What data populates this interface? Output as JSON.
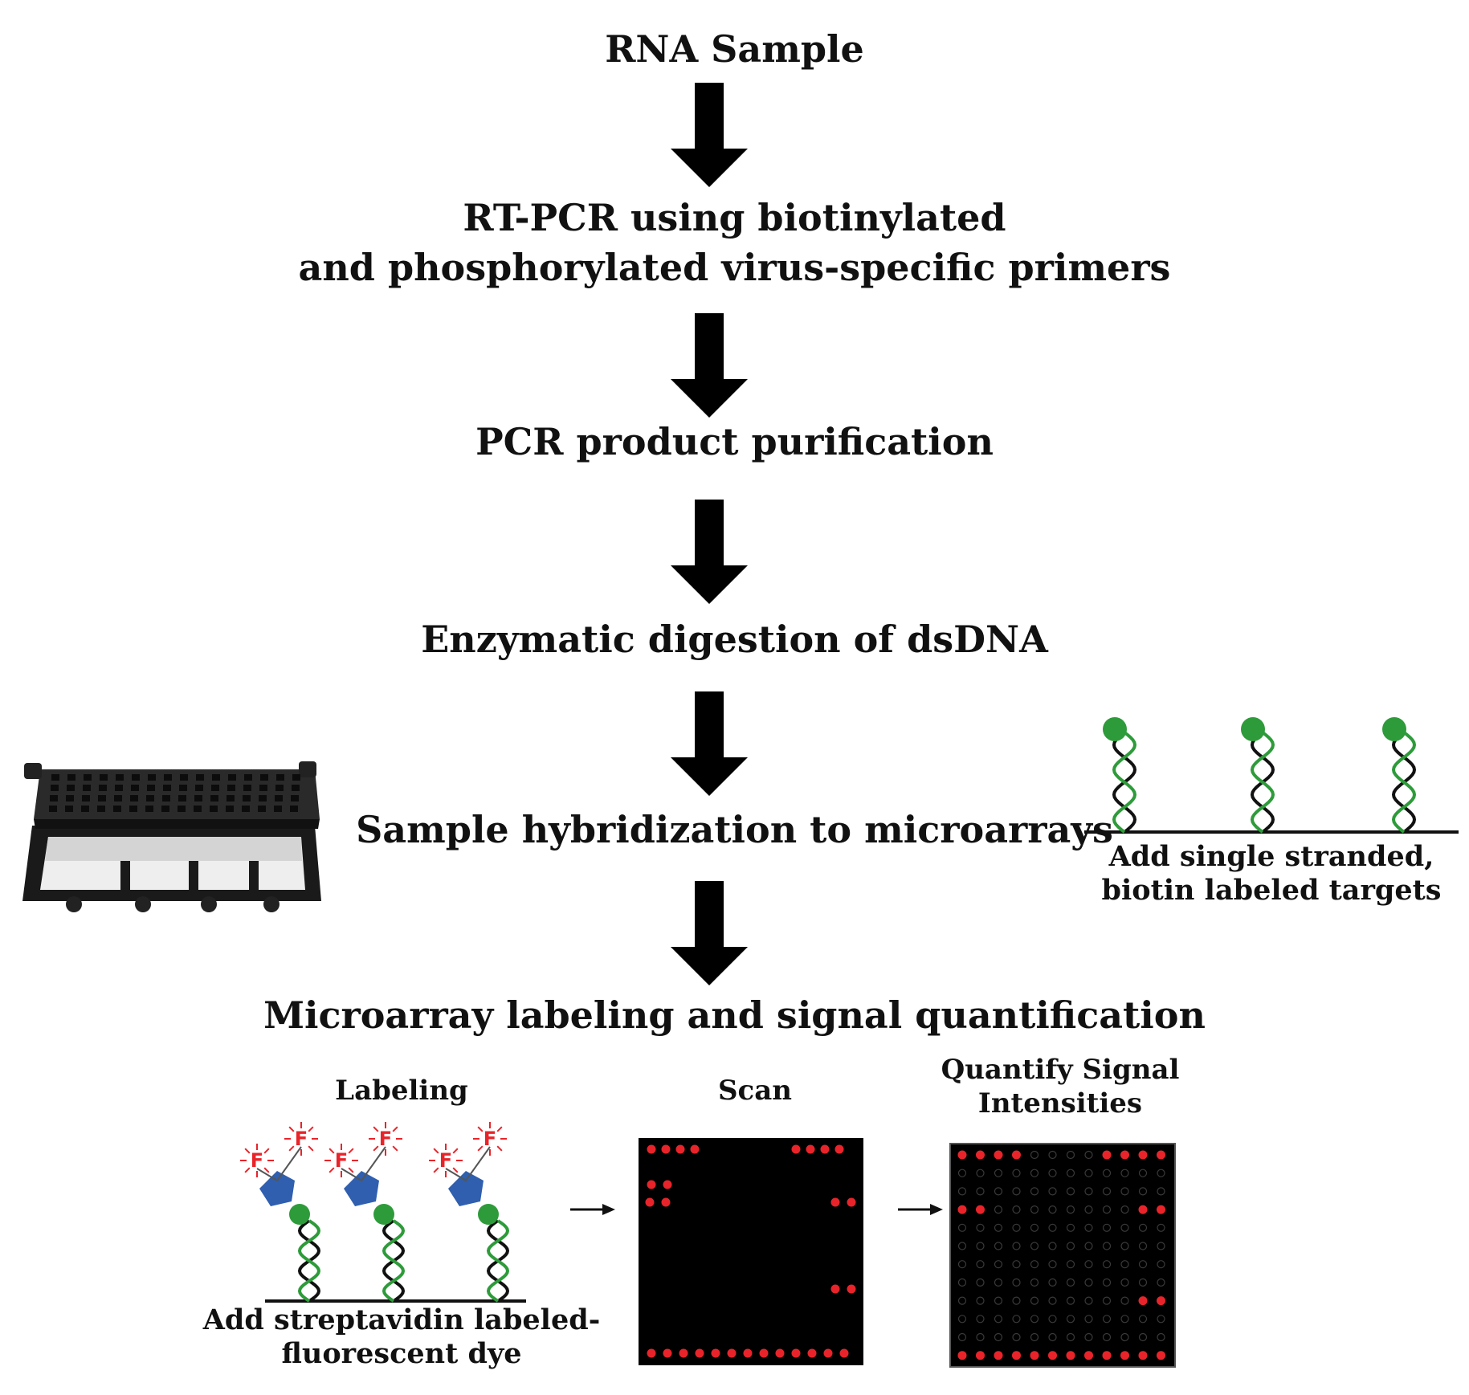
{
  "steps": [
    {
      "id": "rna-sample",
      "lines": [
        "RNA Sample"
      ]
    },
    {
      "id": "rt-pcr",
      "lines": [
        "RT-PCR using biotinylated",
        "and phosphorylated virus-specific primers"
      ]
    },
    {
      "id": "purification",
      "lines": [
        "PCR product purification"
      ]
    },
    {
      "id": "digestion",
      "lines": [
        "Enzymatic digestion of dsDNA"
      ]
    },
    {
      "id": "hybridization",
      "lines": [
        "Sample hybridization to microarrays"
      ]
    },
    {
      "id": "labeling-quantification",
      "lines": [
        "Microarray labeling and signal quantification"
      ]
    }
  ],
  "targets_caption": [
    "Add single stranded,",
    "biotin labeled targets"
  ],
  "substeps": {
    "labeling": "Labeling",
    "scan": "Scan",
    "quantify": [
      "Quantify Signal",
      "Intensities"
    ]
  },
  "labeling_caption": [
    "Add streptavidin labeled-",
    "fluorescent dye"
  ],
  "dye_letter": "F",
  "colors": {
    "arrow": "#000000",
    "biotin": "#2e9b3a",
    "strand_green": "#2e9b3a",
    "strand_black": "#111111",
    "streptavidin": "#2f5fae",
    "dye": "#e8242a",
    "spot": "#e8242a",
    "array_bg": "#000000"
  }
}
